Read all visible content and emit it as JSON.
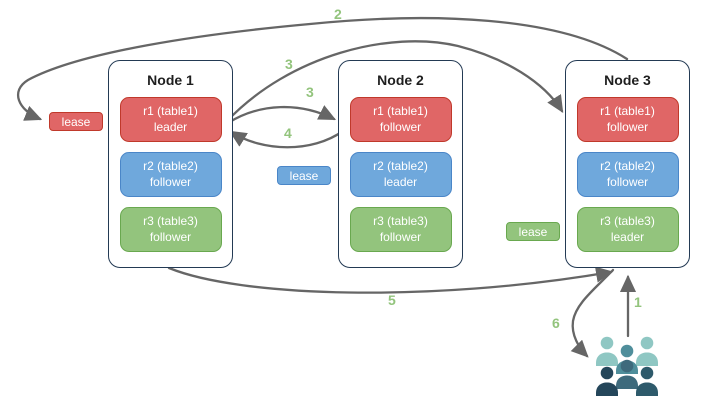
{
  "palette": {
    "arrow": "#666666",
    "step": "#93c47d",
    "node-border": "#233a54",
    "node-bg": "#ffffff",
    "title-text": "#1f1f1f",
    "red": {
      "fill": "#e06666",
      "border": "#c0392b"
    },
    "blue": {
      "fill": "#6fa8dc",
      "border": "#4a86c8"
    },
    "green": {
      "fill": "#93c47d",
      "border": "#69a84f"
    },
    "users": {
      "light": "#8fc7c3",
      "mid": "#4f8e9b",
      "slate": "#3e6a7c",
      "dark1": "#24465a",
      "dark2": "#2e5a6b"
    }
  },
  "nodes": [
    {
      "title": "Node 1",
      "replicas": [
        {
          "label": "r1 (table1)",
          "role": "leader",
          "color": "red"
        },
        {
          "label": "r2 (table2)",
          "role": "follower",
          "color": "blue"
        },
        {
          "label": "r3 (table3)",
          "role": "follower",
          "color": "green"
        }
      ]
    },
    {
      "title": "Node 2",
      "replicas": [
        {
          "label": "r1 (table1)",
          "role": "follower",
          "color": "red"
        },
        {
          "label": "r2 (table2)",
          "role": "leader",
          "color": "blue"
        },
        {
          "label": "r3 (table3)",
          "role": "follower",
          "color": "green"
        }
      ]
    },
    {
      "title": "Node 3",
      "replicas": [
        {
          "label": "r1 (table1)",
          "role": "follower",
          "color": "red"
        },
        {
          "label": "r2 (table2)",
          "role": "follower",
          "color": "blue"
        },
        {
          "label": "r3 (table3)",
          "role": "leader",
          "color": "green"
        }
      ]
    }
  ],
  "leases": [
    {
      "label": "lease",
      "color": "red"
    },
    {
      "label": "lease",
      "color": "blue"
    },
    {
      "label": "lease",
      "color": "green"
    }
  ],
  "steps": {
    "s1": "1",
    "s2": "2",
    "s3a": "3",
    "s3b": "3",
    "s4": "4",
    "s5": "5",
    "s6": "6"
  },
  "icons": {
    "users_group": "users-group-icon"
  }
}
